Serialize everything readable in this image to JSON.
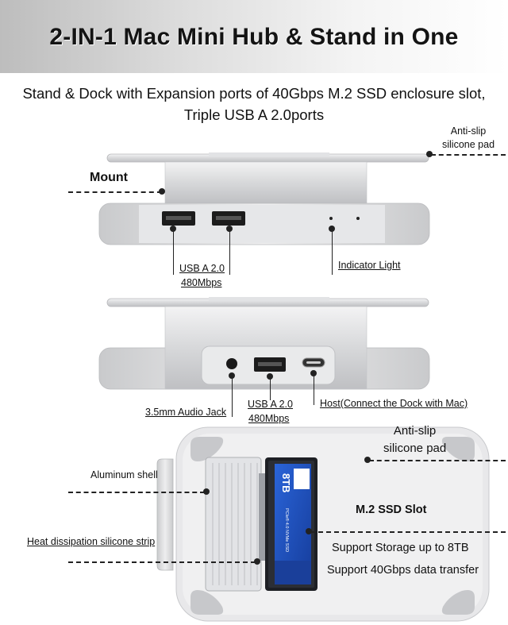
{
  "title": "2-IN-1 Mac Mini Hub & Stand in One",
  "subtitle_line1": "Stand & Dock with Expansion ports of 40Gbps M.2 SSD enclosure slot,",
  "subtitle_line2": "Triple USB A 2.0ports",
  "labels": {
    "anti_slip_top_1": "Anti-slip",
    "anti_slip_top_2": "silicone pad",
    "mount": "Mount",
    "usb_a_front_1": "USB A 2.0",
    "usb_a_front_2": "480Mbps",
    "indicator": "Indicator Light",
    "audio": "3.5mm Audio Jack",
    "usb_a_back_1": "USB A 2.0",
    "usb_a_back_2": "480Mbps",
    "host": "Host(Connect the Dock with Mac)",
    "anti_slip_bottom_1": "Anti-slip",
    "anti_slip_bottom_2": "silicone pad",
    "aluminum": "Aluminum shell",
    "heat": "Heat dissipation silicone strip",
    "m2_title": "M.2 SSD Slot",
    "storage": "Support Storage up to 8TB",
    "transfer": "Support 40Gbps data transfer"
  },
  "ssd": {
    "capacity": "8TB",
    "model": "PCIe® 4.0 NVMe SSD"
  },
  "colors": {
    "aluminum": "#d9dadc",
    "ssd_blue": "#1f4fbf",
    "banner": "#c8c8c8"
  }
}
